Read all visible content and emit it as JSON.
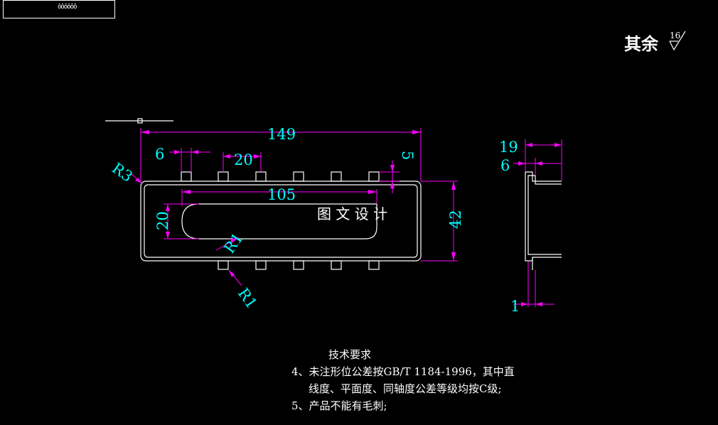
{
  "title_block": {
    "code": "ôôôôôô"
  },
  "roughness": {
    "label": "其余",
    "value": "16"
  },
  "center_label": "图 文 设 计",
  "dimensions": {
    "overall_length": "149",
    "tab_width": "6",
    "tab_pitch": "20",
    "tab_height": "5",
    "slot_length": "105",
    "slot_width": "20",
    "overall_height": "42",
    "corner_radius": "R3",
    "inner_radius": "R1",
    "tab_radius": "R1",
    "side_depth": "19",
    "side_lip": "6",
    "thickness": "1"
  },
  "notes": {
    "title": "技术要求",
    "line1": "4、未注形位公差按GB/T 1184-1996，其中直",
    "line2": "线度、平面度、同轴度公差等级均按C级;",
    "line3": "5、产品不能有毛刺;"
  }
}
